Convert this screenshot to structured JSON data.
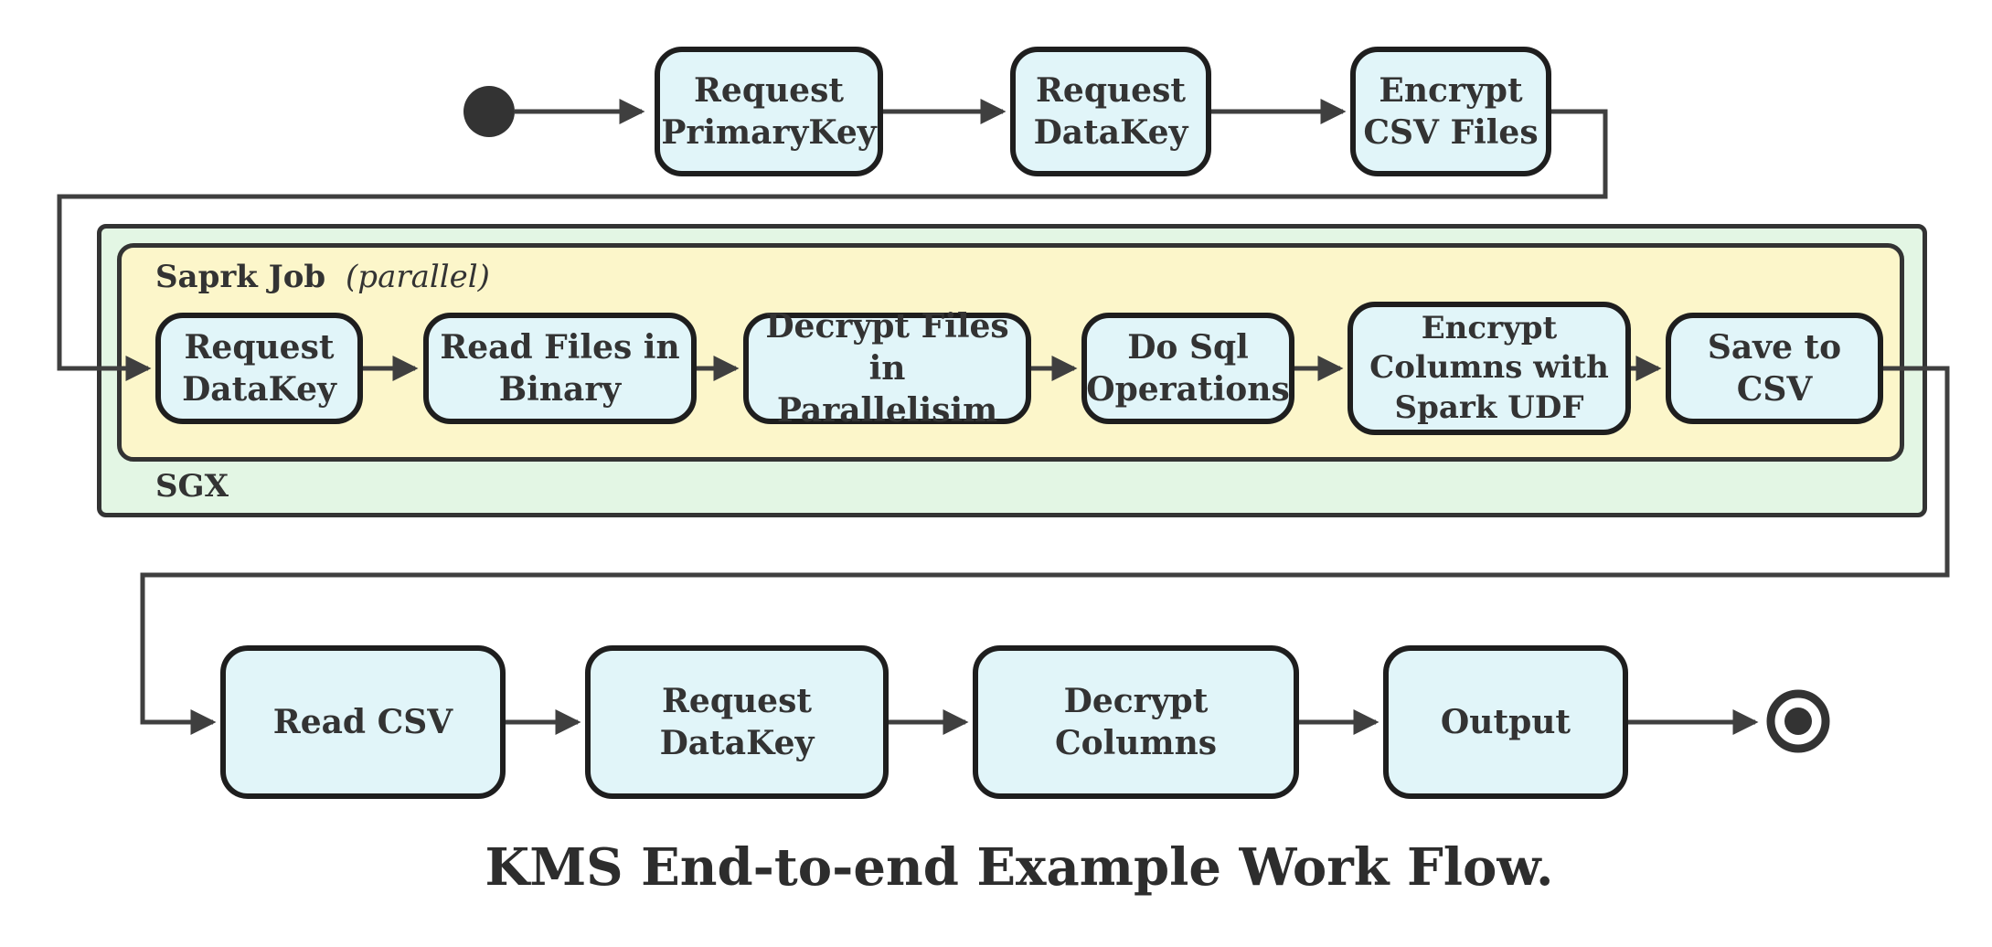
{
  "diagram": {
    "caption": "KMS End-to-end Example Work Flow.",
    "colors": {
      "node_fill": "#e1f5f9",
      "node_border": "#1e1e1e",
      "spark_container_fill": "#fcf6ca",
      "sgx_container_fill": "#e3f6e4",
      "container_border": "#333333",
      "connector": "#3f3f3f",
      "text": "#333333"
    },
    "top_row": {
      "nodes": [
        {
          "label": "Request\nPrimaryKey"
        },
        {
          "label": "Request\nDataKey"
        },
        {
          "label": "Encrypt\nCSV Files"
        }
      ]
    },
    "sgx": {
      "label": "SGX",
      "spark": {
        "label": "Saprk Job",
        "mode": "(parallel)",
        "nodes": [
          {
            "label": "Request\nDataKey"
          },
          {
            "label": "Read Files in\nBinary"
          },
          {
            "label": "Decrypt Files in\nParallelisim"
          },
          {
            "label": "Do Sql\nOperations"
          },
          {
            "label": "Encrypt\nColumns with\nSpark UDF"
          },
          {
            "label": "Save to CSV"
          }
        ]
      }
    },
    "bottom_row": {
      "nodes": [
        {
          "label": "Read CSV"
        },
        {
          "label": "Request DataKey"
        },
        {
          "label": "Decrypt Columns"
        },
        {
          "label": "Output"
        }
      ]
    }
  }
}
